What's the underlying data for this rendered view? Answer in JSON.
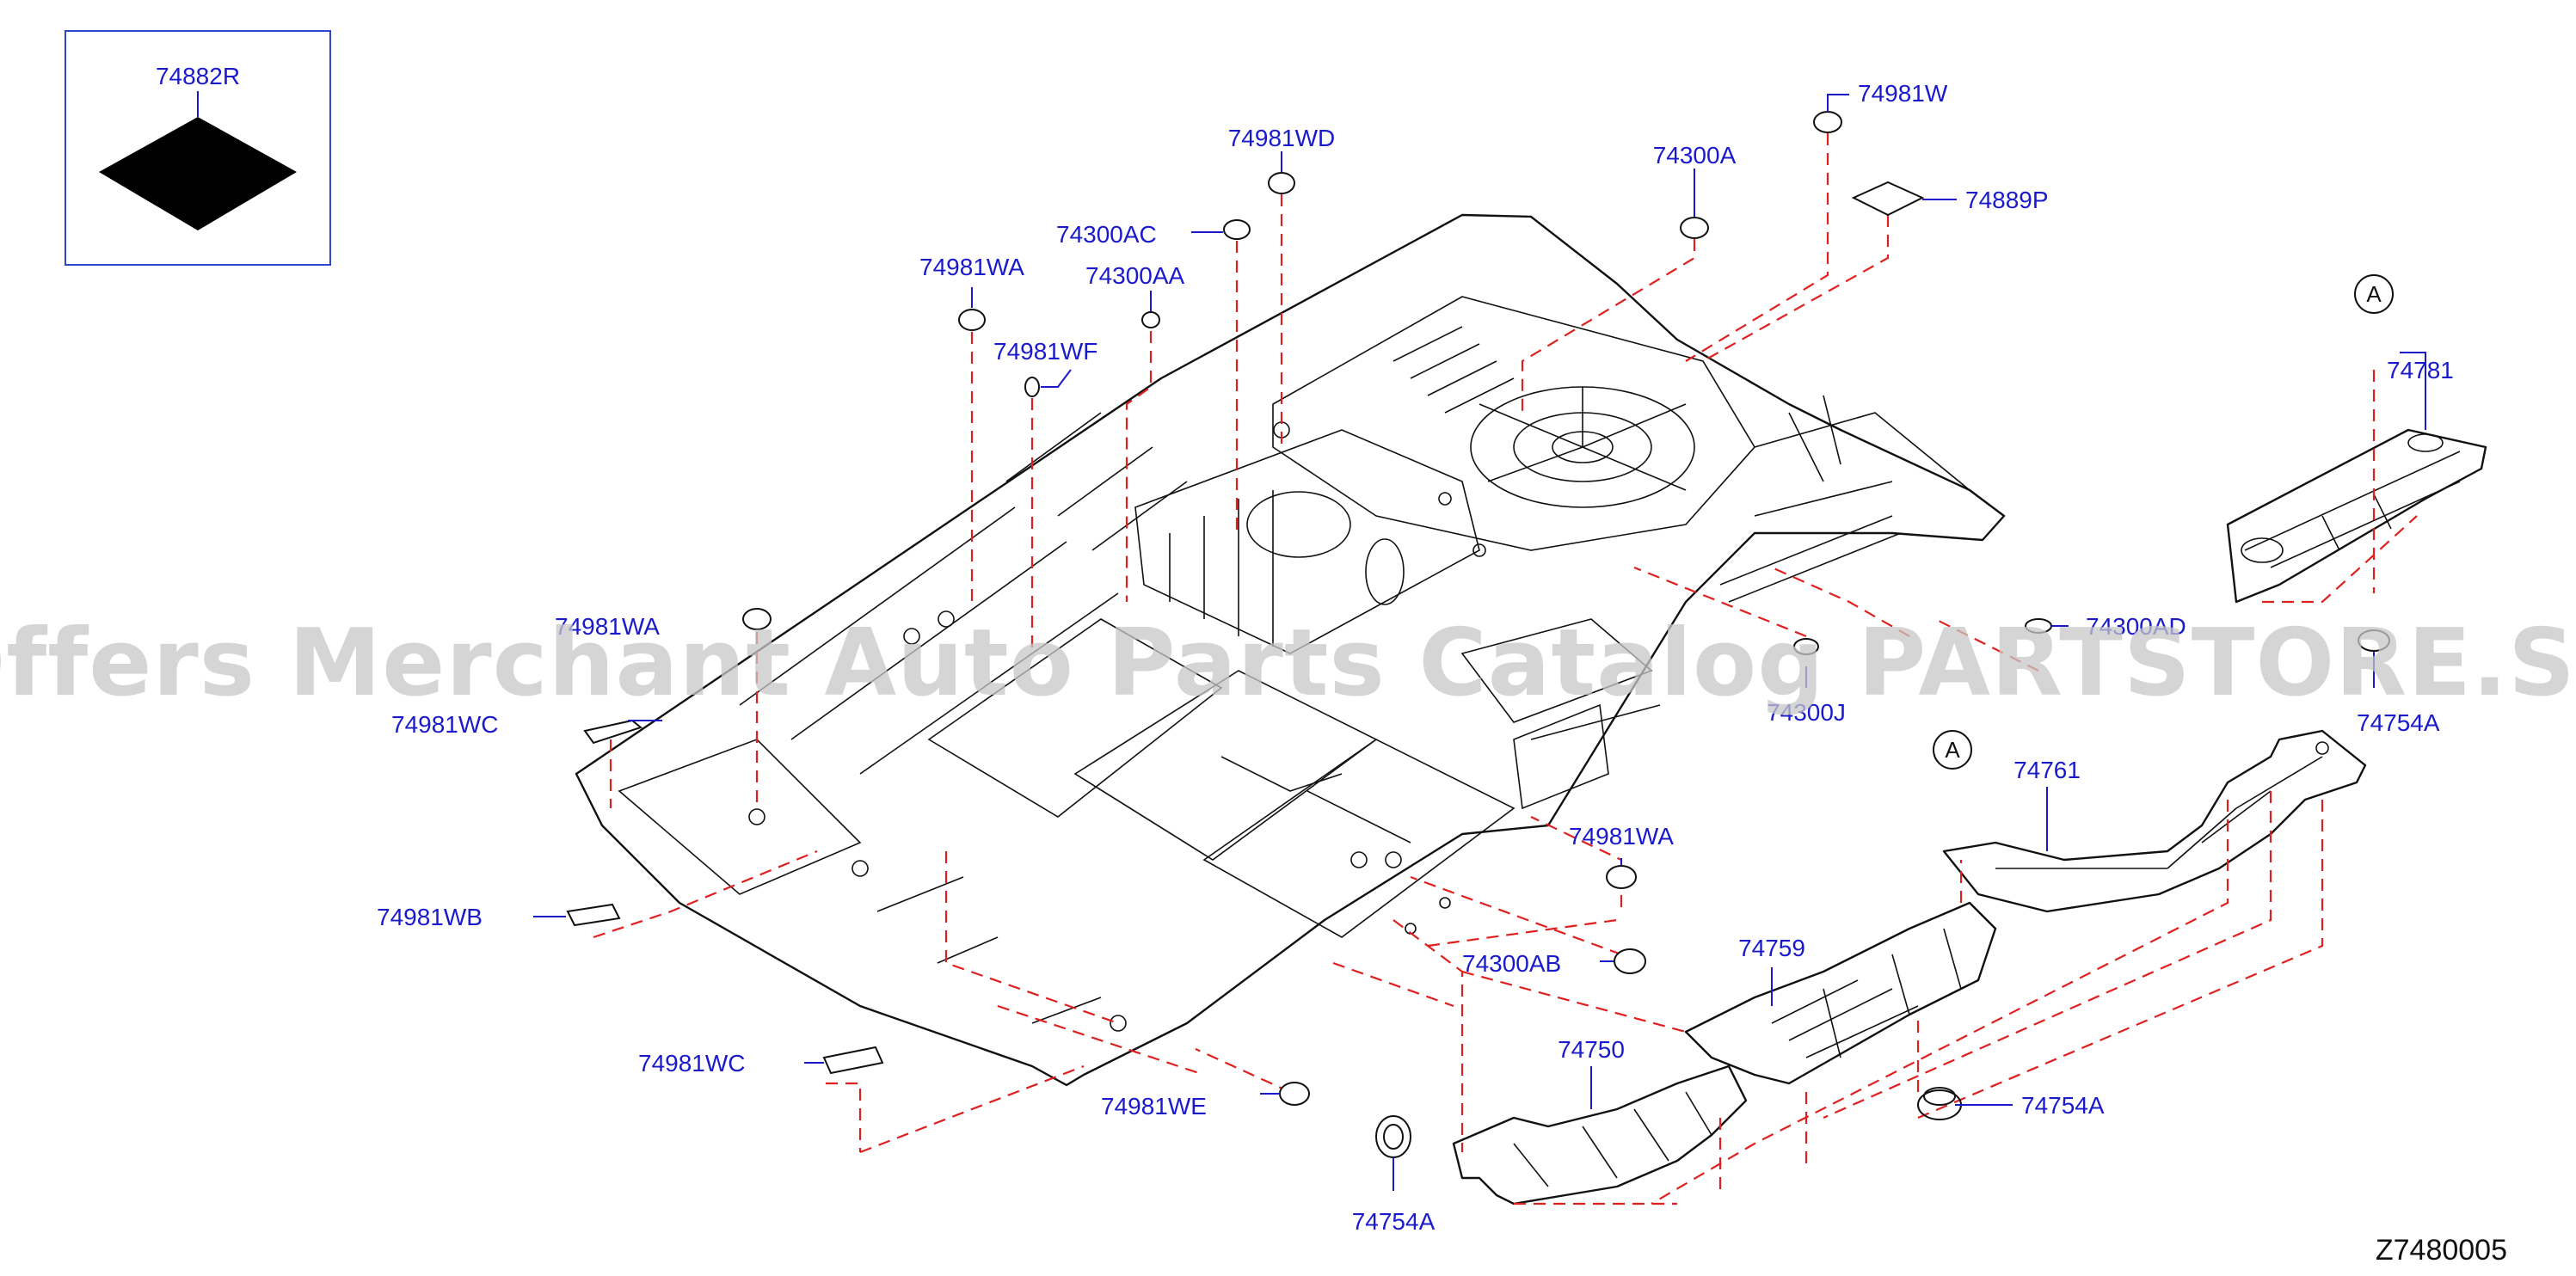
{
  "diagram": {
    "drawing_code": "Z7480005",
    "watermark": "Offers Merchant Auto Parts Catalog PARTSTORE.SA",
    "section_marker": "A",
    "callouts": [
      {
        "id": "c-74882R",
        "text": "74882R"
      },
      {
        "id": "c-74981WD",
        "text": "74981WD"
      },
      {
        "id": "c-74300A",
        "text": "74300A"
      },
      {
        "id": "c-74981W",
        "text": "74981W"
      },
      {
        "id": "c-74889P",
        "text": "74889P"
      },
      {
        "id": "c-74300AC",
        "text": "74300AC"
      },
      {
        "id": "c-74981WA-1",
        "text": "74981WA"
      },
      {
        "id": "c-74300AA",
        "text": "74300AA"
      },
      {
        "id": "c-74981WF",
        "text": "74981WF"
      },
      {
        "id": "c-74781",
        "text": "74781"
      },
      {
        "id": "c-74981WA-2",
        "text": "74981WA"
      },
      {
        "id": "c-74981WC-1",
        "text": "74981WC"
      },
      {
        "id": "c-74300AD",
        "text": "74300AD"
      },
      {
        "id": "c-74300J",
        "text": "74300J"
      },
      {
        "id": "c-74754A-1",
        "text": "74754A"
      },
      {
        "id": "c-74761",
        "text": "74761"
      },
      {
        "id": "c-74981WA-3",
        "text": "74981WA"
      },
      {
        "id": "c-74981WB",
        "text": "74981WB"
      },
      {
        "id": "c-74300AB",
        "text": "74300AB"
      },
      {
        "id": "c-74759",
        "text": "74759"
      },
      {
        "id": "c-74750",
        "text": "74750"
      },
      {
        "id": "c-74981WC-2",
        "text": "74981WC"
      },
      {
        "id": "c-74754A-2",
        "text": "74754A"
      },
      {
        "id": "c-74981WE",
        "text": "74981WE"
      },
      {
        "id": "c-74754A-3",
        "text": "74754A"
      }
    ]
  }
}
